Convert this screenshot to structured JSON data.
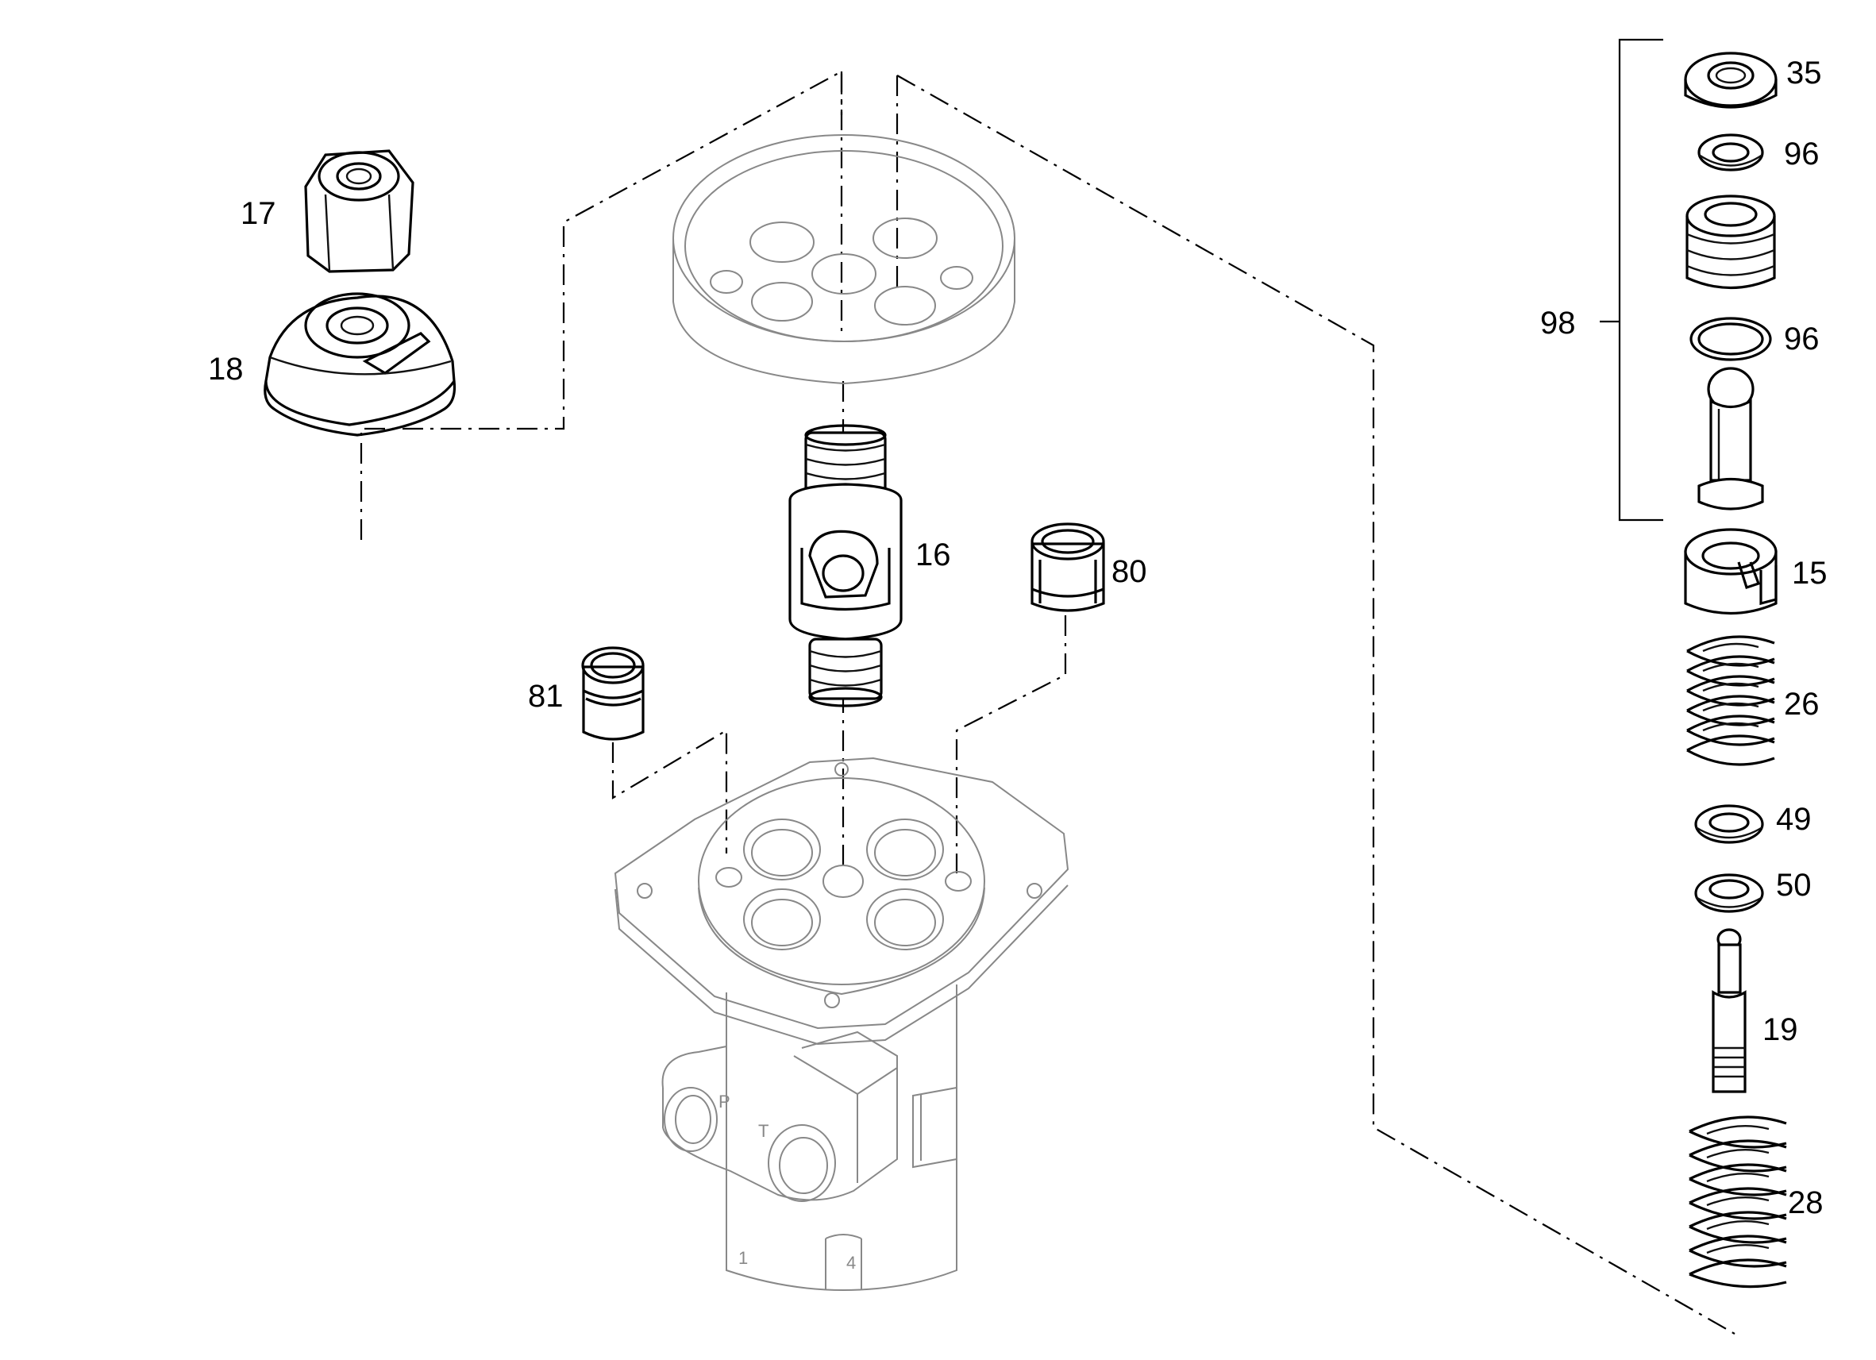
{
  "labels": {
    "p17": "17",
    "p18": "18",
    "p16": "16",
    "p80": "80",
    "p81": "81",
    "p35": "35",
    "p96a": "96",
    "p98": "98",
    "p96b": "96",
    "p15": "15",
    "p26": "26",
    "p49": "49",
    "p50": "50",
    "p19": "19",
    "p28": "28"
  },
  "body_marks": {
    "port_p": "P",
    "port_t": "T",
    "mark_1": "1",
    "mark_4": "4"
  }
}
